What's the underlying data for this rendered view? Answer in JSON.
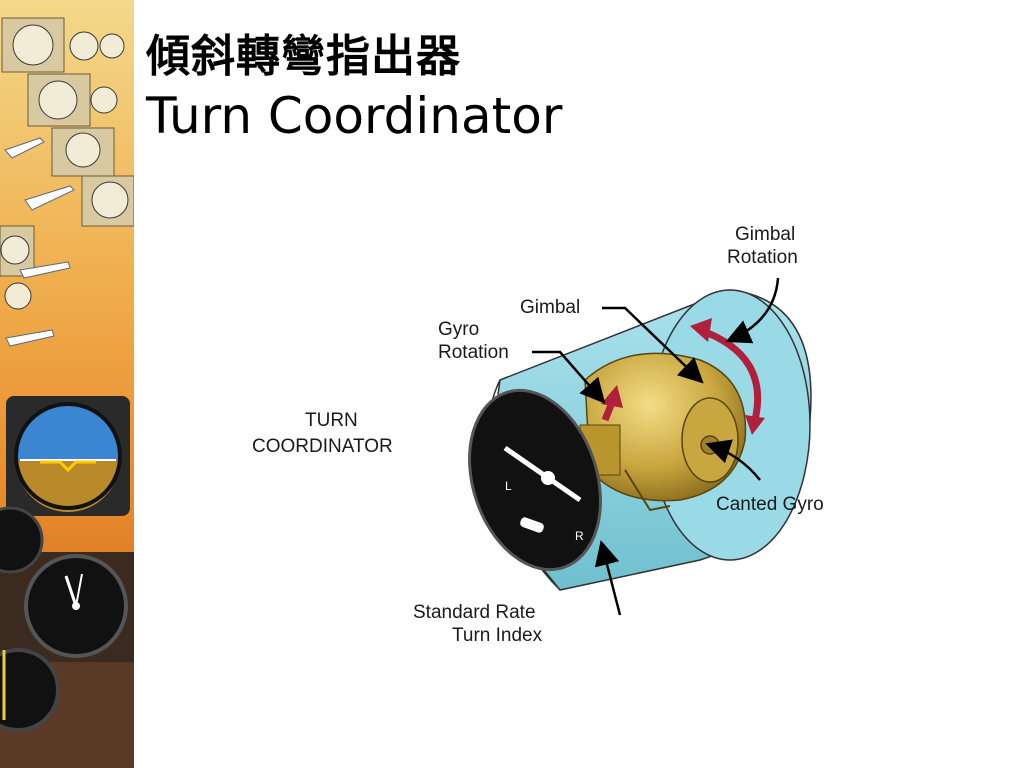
{
  "slide": {
    "title_zh": "傾斜轉彎指出器",
    "title_en": "Turn Coordinator"
  },
  "diagram": {
    "labels": {
      "gimbal_rotation_1": "Gimbal",
      "gimbal_rotation_2": "Rotation",
      "gimbal": "Gimbal",
      "gyro_rotation_1": "Gyro",
      "gyro_rotation_2": "Rotation",
      "turn_coordinator_1": "TURN",
      "turn_coordinator_2": "COORDINATOR",
      "canted_gyro": "Canted Gyro",
      "standard_rate_1": "Standard Rate",
      "standard_rate_2": "Turn Index"
    },
    "colors": {
      "housing": "#8fd3e0",
      "gold": "#c9a740",
      "arrow": "#b0203c",
      "instrument_face": "#111111"
    }
  }
}
